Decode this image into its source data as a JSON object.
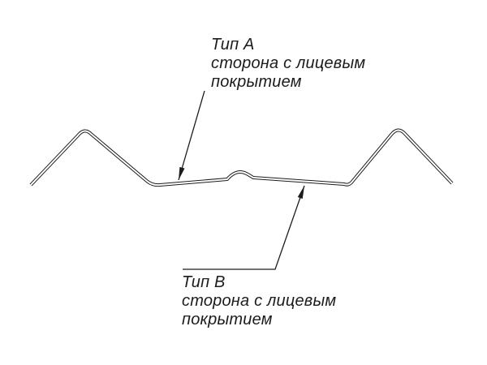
{
  "page": {
    "background": "#ffffff",
    "ink": "#1c1c1c"
  },
  "labels": {
    "type_a": {
      "title": "Тип А",
      "line1": "сторона с лицевым",
      "line2": "покрытием"
    },
    "type_b": {
      "title": "Тип В",
      "line1": "сторона с лицевым",
      "line2": "покрытием"
    }
  }
}
